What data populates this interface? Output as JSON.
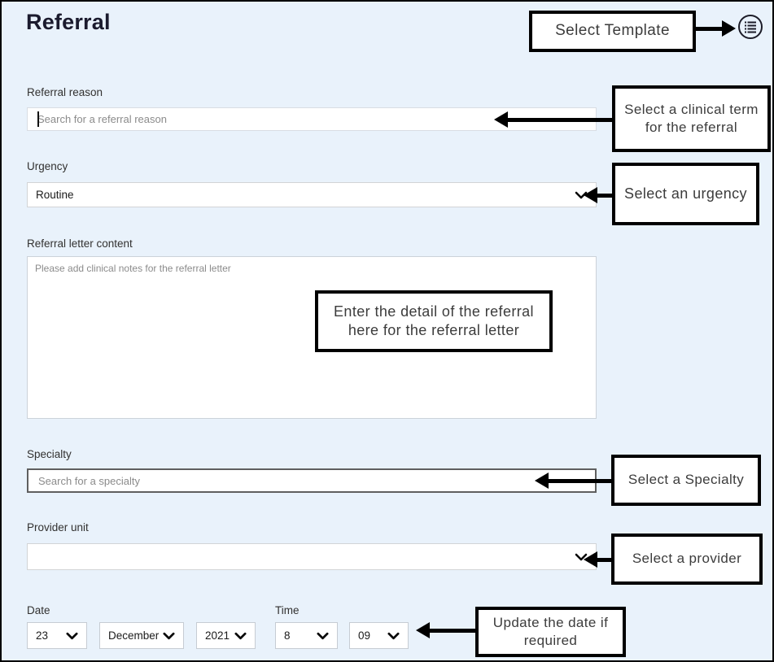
{
  "page": {
    "title": "Referral"
  },
  "form": {
    "referral_reason": {
      "label": "Referral reason",
      "placeholder": "Search for a referral reason",
      "value": ""
    },
    "urgency": {
      "label": "Urgency",
      "value": "Routine"
    },
    "referral_letter": {
      "label": "Referral letter content",
      "placeholder": "Please add clinical notes for the referral letter",
      "value": ""
    },
    "specialty": {
      "label": "Specialty",
      "placeholder": "Search for a specialty",
      "value": ""
    },
    "provider_unit": {
      "label": "Provider unit",
      "value": ""
    },
    "date": {
      "label": "Date",
      "day": "23",
      "month": "December",
      "year": "2021"
    },
    "time": {
      "label": "Time",
      "hour": "8",
      "minute": "09"
    }
  },
  "callouts": {
    "select_template": "Select Template",
    "clinical_term": "Select a clinical term for the referral",
    "urgency": "Select an urgency",
    "letter_detail": "Enter the detail of the referral here for the referral letter",
    "specialty": "Select a Specialty",
    "provider": "Select a provider",
    "date": "Update the date if required"
  },
  "icons": {
    "template_button": "list-icon",
    "select_chevron": "chevron-down-icon"
  },
  "colors": {
    "background": "#e9f2fb",
    "callout_border": "#000000",
    "callout_bg": "#ffffff",
    "arrow": "#000000",
    "title_text": "#1b1b2e",
    "label_text": "#323130",
    "placeholder_text": "#8b8b8b",
    "input_border_light": "#d8dde3",
    "input_border_dark": "#5f5f5f",
    "icon_stroke": "#1c1c28"
  }
}
